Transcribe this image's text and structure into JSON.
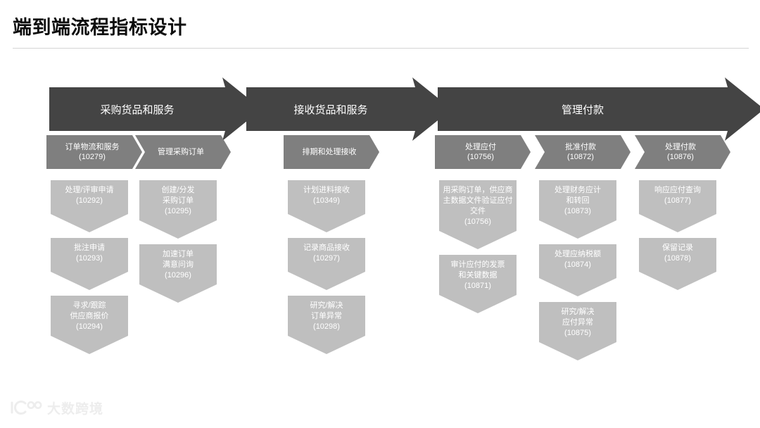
{
  "page": {
    "title": "端到端流程指标设计"
  },
  "watermark": {
    "text": "大数跨境",
    "logo_icon": "ibo-logo-icon"
  },
  "colors": {
    "banner_dark": "#444444",
    "chevron_mid_gray": "#7f7f7f",
    "task_light_gray": "#bfbfbf",
    "title_text": "#0d0d0d",
    "rule": "#d4d4d4",
    "box_text": "#ffffff",
    "page_background": "#ffffff"
  },
  "bands": [
    {
      "label": "采购货品和服务"
    },
    {
      "label": "接收货品和服务"
    },
    {
      "label": "管理付款"
    }
  ],
  "columns": [
    {
      "band": "采购货品和服务",
      "stages": [
        {
          "name": "订单物流和服务",
          "code": "(10279)",
          "tasks": [
            {
              "lines": [
                "处理/评审申请"
              ],
              "code": "(10292)"
            },
            {
              "lines": [
                "批注申请"
              ],
              "code": "(10293)"
            },
            {
              "lines": [
                "寻求/跟踪",
                "供应商报价"
              ],
              "code": "(10294)"
            }
          ]
        },
        {
          "name": "管理采购订单",
          "code": "",
          "tasks": [
            {
              "lines": [
                "创建/分发",
                "采购订单"
              ],
              "code": "(10295)"
            },
            {
              "lines": [
                "加速订单",
                "满意问询"
              ],
              "code": "(10296)"
            }
          ]
        }
      ]
    },
    {
      "band": "接收货品和服务",
      "stages": [
        {
          "name": "排期和处理接收",
          "code": "",
          "tasks": [
            {
              "lines": [
                "计划进料接收"
              ],
              "code": "(10349)"
            },
            {
              "lines": [
                "记录商品接收"
              ],
              "code": "(10297)"
            },
            {
              "lines": [
                "研究/解决",
                "订单异常"
              ],
              "code": "(10298)"
            }
          ]
        }
      ]
    },
    {
      "band": "管理付款",
      "stages": [
        {
          "name": "处理应付",
          "code": "(10756)",
          "tasks": [
            {
              "lines": [
                "用采购订单，供应商",
                "主数据文件验证应付",
                "交件"
              ],
              "code": "(10756)"
            },
            {
              "lines": [
                "审计应付的发票",
                "和关键数据"
              ],
              "code": "(10871)"
            }
          ]
        },
        {
          "name": "批准付款",
          "code": "(10872)",
          "tasks": [
            {
              "lines": [
                "处理财务应计",
                "和转回"
              ],
              "code": "(10873)"
            },
            {
              "lines": [
                "处理应纳税额"
              ],
              "code": "(10874)"
            },
            {
              "lines": [
                "研究/解决",
                "应付异常"
              ],
              "code": "(10875)"
            }
          ]
        },
        {
          "name": "处理付款",
          "code": "(10876)",
          "tasks": [
            {
              "lines": [
                "响应应付查询"
              ],
              "code": "(10877)"
            },
            {
              "lines": [
                "保留记录"
              ],
              "code": "(10878)"
            }
          ]
        }
      ]
    }
  ]
}
